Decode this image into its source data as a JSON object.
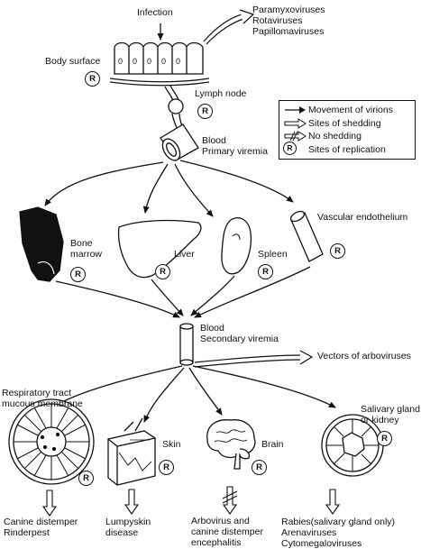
{
  "nodes": {
    "infection": "Infection",
    "body_surface": "Body surface",
    "lymph_node": "Lymph node",
    "blood_primary": "Blood\nPrimary viremia",
    "bone_marrow": "Bone\nmarrow",
    "liver": "Liver",
    "spleen": "Spleen",
    "vascular_endothelium": "Vascular endothelium",
    "blood_secondary": "Blood\nSecondary viremia",
    "respiratory_tract": "Respiratory tract\nmucous membrane",
    "skin": "Skin",
    "brain": "Brain",
    "salivary_gland": "Salivary gland\nor kidney"
  },
  "shedding": {
    "body_surface_viruses": "Paramyxoviruses\nRotaviruses\nPapillomaviruses",
    "vectors": "Vectors of arboviruses",
    "respiratory": "Canine distemper\nRinderpest",
    "skin": "Lumpyskin\ndisease",
    "brain": "Arbovirus and\ncanine distemper\nencephalitis",
    "salivary": "Rabies(salivary gland only)\nArenaviruses\nCytomegaloviruses"
  },
  "replication_badge": "R",
  "epithelium_cells": [
    "0",
    "0",
    "0",
    "0",
    "0"
  ],
  "legend": {
    "items": [
      {
        "symbol": "thin-arrow-icon",
        "label": "Movement of virions"
      },
      {
        "symbol": "hollow-arrow-icon",
        "label": "Sites of shedding"
      },
      {
        "symbol": "crossed-arrow-icon",
        "label": "No shedding"
      },
      {
        "symbol": "r-circle-icon",
        "label": "Sites of replication"
      }
    ]
  }
}
